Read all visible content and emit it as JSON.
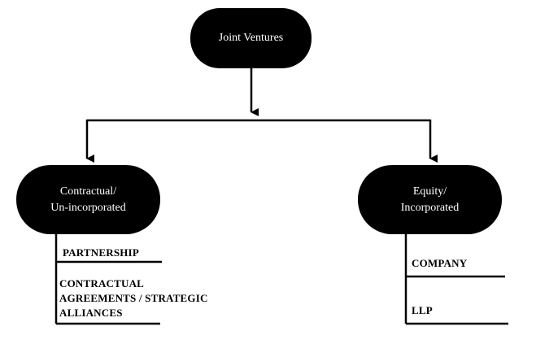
{
  "root": {
    "label": "Joint Ventures"
  },
  "branches": [
    {
      "label_line1": "Contractual/",
      "label_line2": "Un-incorporated",
      "items": [
        {
          "lines": [
            "PARTNERSHIP"
          ]
        },
        {
          "lines": [
            "CONTRACTUAL",
            "AGREEMENTS / STRATEGIC",
            "ALLIANCES"
          ]
        }
      ]
    },
    {
      "label_line1": "Equity/",
      "label_line2": "Incorporated",
      "items": [
        {
          "lines": [
            "COMPANY"
          ]
        },
        {
          "lines": [
            "LLP"
          ]
        }
      ]
    }
  ]
}
